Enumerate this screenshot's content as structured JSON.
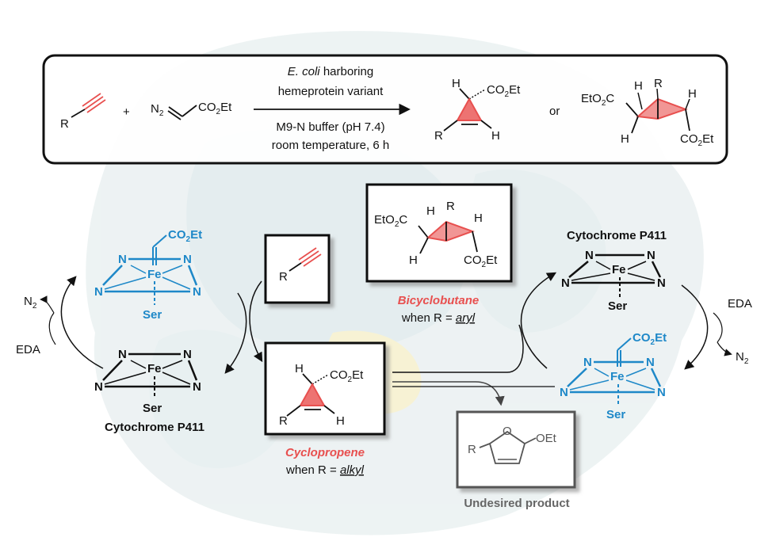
{
  "reaction_box": {
    "condition_line1_italic": "E. coli",
    "condition_line1_rest": "harboring",
    "condition_line2": "hemeprotein variant",
    "condition_line3": "M9-N buffer (pH 7.4)",
    "condition_line4": "room temperature, 6 h",
    "plus": "+",
    "or": "or"
  },
  "labels": {
    "cyclopropene_name": "Cyclopropene",
    "cyclopropene_when": "when R = ",
    "cyclopropene_cond": "alkyl",
    "bicyclobutane_name": "Bicyclobutane",
    "bicyclobutane_when": "when R = ",
    "bicyclobutane_cond": "aryl",
    "undesired": "Undesired product",
    "cyt_left": "Cytochrome P411",
    "cyt_right": "Cytochrome P411",
    "eda_left": "EDA",
    "eda_right": "EDA",
    "n2": "N",
    "n2_sub": "2"
  },
  "atoms": {
    "R": "R",
    "H": "H",
    "N": "N",
    "Fe": "Fe",
    "Ser": "Ser",
    "O": "O",
    "co2et": "CO",
    "co2et_sub": "2",
    "co2et_tail": "Et",
    "eto2c_head": "EtO",
    "eto2c_sub": "2",
    "eto2c_tail": "C",
    "n2_head": "N",
    "n2_sub": "2",
    "oet": "OEt"
  },
  "colors": {
    "accent_red": "#e8504f",
    "iron_blue": "#1e88c8",
    "gray_box": "#555555",
    "black": "#111111",
    "protein_bg": "#dfe9ea"
  }
}
